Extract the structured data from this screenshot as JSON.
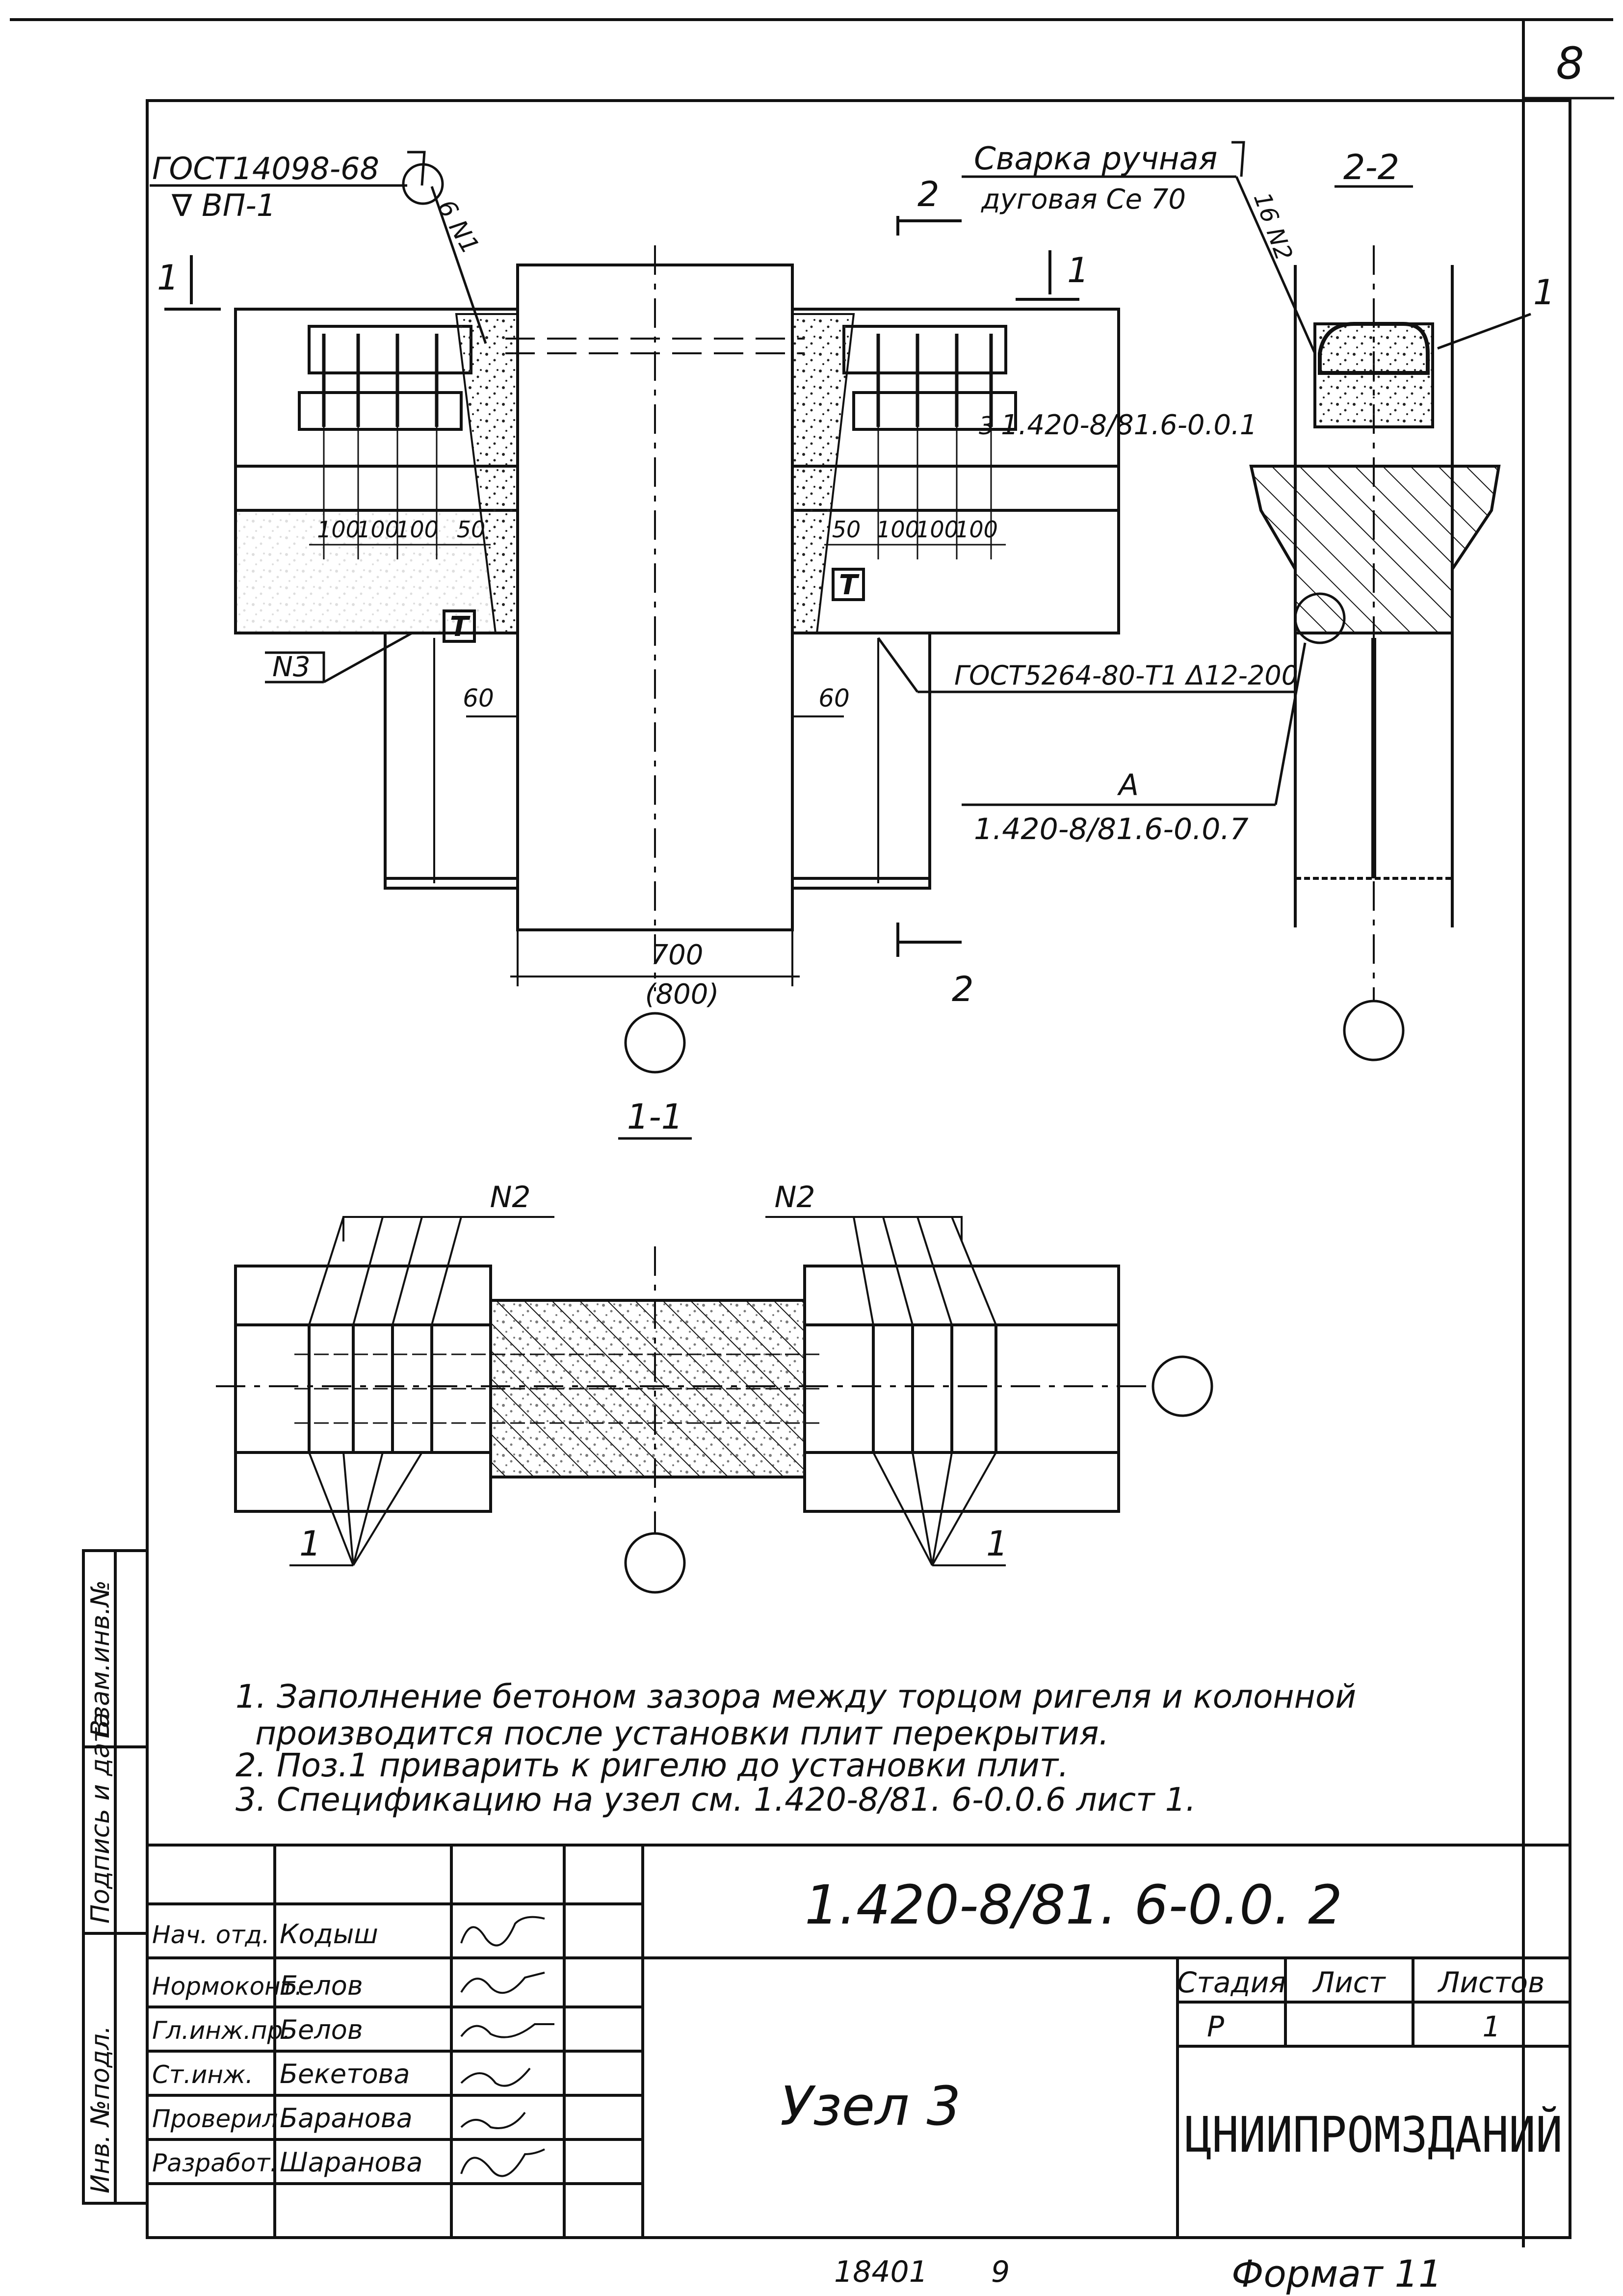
{
  "sheet_number": "8",
  "callouts": {
    "gost_weld_top": "ГОСТ14098-68",
    "weld_mark_top": "∇ ВП-1",
    "weld_type_line1": "Сварка ручная",
    "weld_type_line2": "дуговая Сe 70",
    "pos_n1": "6 N1",
    "pos_n2_side": "16 N2",
    "pos_n3": "N3",
    "gost_weld_mid": "ГОСТ5264-80-Т1 Δ12-200",
    "ref_doc_top": "1.420-8/81.6-0.0.1",
    "ref_node_letter": "А",
    "ref_node_doc": "1.420-8/81.6-0.0.7",
    "mark_t": "Т",
    "pos_3": "3"
  },
  "sections": {
    "cut_2_top": "2",
    "cut_2_bottom": "2",
    "cut_1_left": "1",
    "cut_1_right": "1",
    "title_2_2": "2-2",
    "title_1_1": "1-1"
  },
  "dimensions": {
    "left_spacings": [
      "100",
      "100",
      "100",
      "50"
    ],
    "right_spacings": [
      "50",
      "100",
      "100",
      "100"
    ],
    "gap_left": "60",
    "gap_right": "60",
    "column_width": "700",
    "column_width_alt": "(800)",
    "label_1_section": "1"
  },
  "plan": {
    "n2_left": "N2",
    "n2_right": "N2",
    "pos1_left": "1",
    "pos1_right": "1"
  },
  "notes": [
    "1. Заполнение бетоном зазора между торцом ригеля и колонной",
    "производится после установки плит перекрытия.",
    "2. Поз.1 приварить к ригелю до установки плит.",
    "3. Спецификацию на узел см. 1.420-8/81. 6-0.0.6  лист 1."
  ],
  "side_stamp": {
    "col1": "Инв. №подл.",
    "col2": "Подпись и дата",
    "col3": "Взам.инв.№"
  },
  "title_block": {
    "doc_code": "1.420-8/81. 6-0.0. 2",
    "title": "Узел 3",
    "stage_label": "Стадия",
    "sheet_label": "Лист",
    "sheets_label": "Листов",
    "stage_value": "Р",
    "sheet_value": "",
    "sheets_value": "1",
    "organization": "ЦНИИПРОМЗДАНИЙ",
    "rows": [
      {
        "role": "Нач. отд.",
        "name": "Кодыш"
      },
      {
        "role": "Нормоконт.",
        "name": "Белов"
      },
      {
        "role": "Гл.инж.пр.",
        "name": "Белов"
      },
      {
        "role": "Ст.инж.",
        "name": "Бекетова"
      },
      {
        "role": "Проверил",
        "name": "Баранова"
      },
      {
        "role": "Разработ.",
        "name": "Шаранова"
      }
    ]
  },
  "footer": {
    "inventory_number": "18401",
    "copy_number": "9",
    "format": "Формат 11"
  }
}
